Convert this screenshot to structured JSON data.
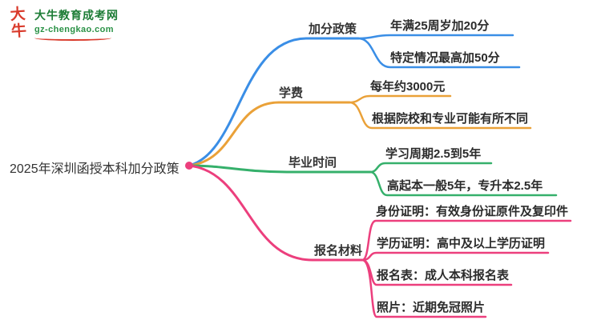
{
  "logo": {
    "icon_text": "大牛",
    "title": "大牛教育成考网",
    "url": "gz-chengkao.com",
    "brand_red": "#d93a2b",
    "brand_green": "#1c7c35"
  },
  "root": {
    "label": "2025年深圳函授本科加分政策",
    "dot_color": "#ec3f7d"
  },
  "branches": [
    {
      "label": "加分政策",
      "color": "#3a8ee6",
      "children": [
        "年满25周岁加20分",
        "特定情况最高加50分"
      ]
    },
    {
      "label": "学费",
      "color": "#eaa138",
      "children": [
        "每年约3000元",
        "根据院校和专业可能有所不同"
      ]
    },
    {
      "label": "毕业时间",
      "color": "#35b06b",
      "children": [
        "学习周期2.5到5年",
        "高起本一般5年，专升本2.5年"
      ]
    },
    {
      "label": "报名材料",
      "color": "#ec3f7d",
      "children": [
        "身份证明：有效身份证原件及复印件",
        "学历证明：高中及以上学历证明",
        "报名表：成人本科报名表",
        "照片：近期免冠照片"
      ]
    }
  ]
}
